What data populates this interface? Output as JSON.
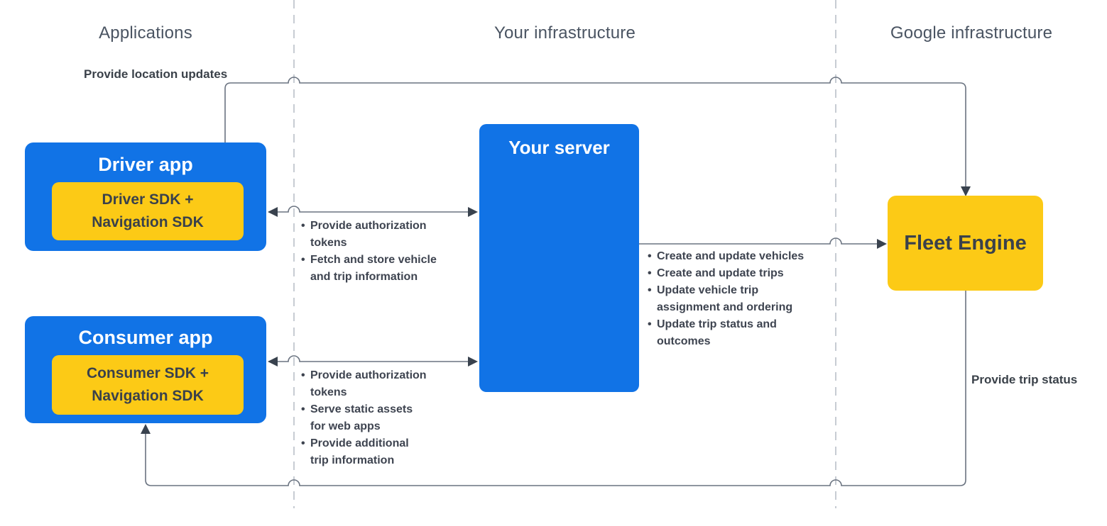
{
  "columns": [
    {
      "label": "Applications"
    },
    {
      "label": "Your infrastructure"
    },
    {
      "label": "Google infrastructure"
    }
  ],
  "nodes": {
    "driver_app": {
      "title": "Driver app",
      "sdk": "Driver SDK +\nNavigation SDK"
    },
    "consumer_app": {
      "title": "Consumer app",
      "sdk": "Consumer SDK +\nNavigation SDK"
    },
    "your_server": {
      "title": "Your server"
    },
    "fleet_engine": {
      "title": "Fleet Engine"
    }
  },
  "edges": {
    "location_updates": {
      "label": "Provide location updates"
    },
    "trip_status": {
      "label": "Provide trip status"
    },
    "driver_to_server": {
      "items": [
        "Provide authorization\ntokens",
        "Fetch and store vehicle\nand trip information"
      ]
    },
    "consumer_to_server": {
      "items": [
        "Provide authorization\ntokens",
        "Serve static assets\nfor web apps",
        "Provide additional\ntrip information"
      ]
    },
    "server_to_fleet": {
      "items": [
        "Create and update vehicles",
        "Create and update trips",
        "Update vehicle trip\nassignment and ordering",
        "Update trip status and\noutcomes"
      ]
    }
  },
  "colors": {
    "box_blue": "#1173e6",
    "box_yellow": "#fcca16",
    "connector_line": "#6a7380",
    "arrowhead": "#39424e",
    "divider_dash": "#b9bfc8",
    "heading_text": "#4a5462",
    "dark_text": "#3a414b",
    "white_text": "#ffffff"
  },
  "ui": {
    "bullet": "•"
  }
}
